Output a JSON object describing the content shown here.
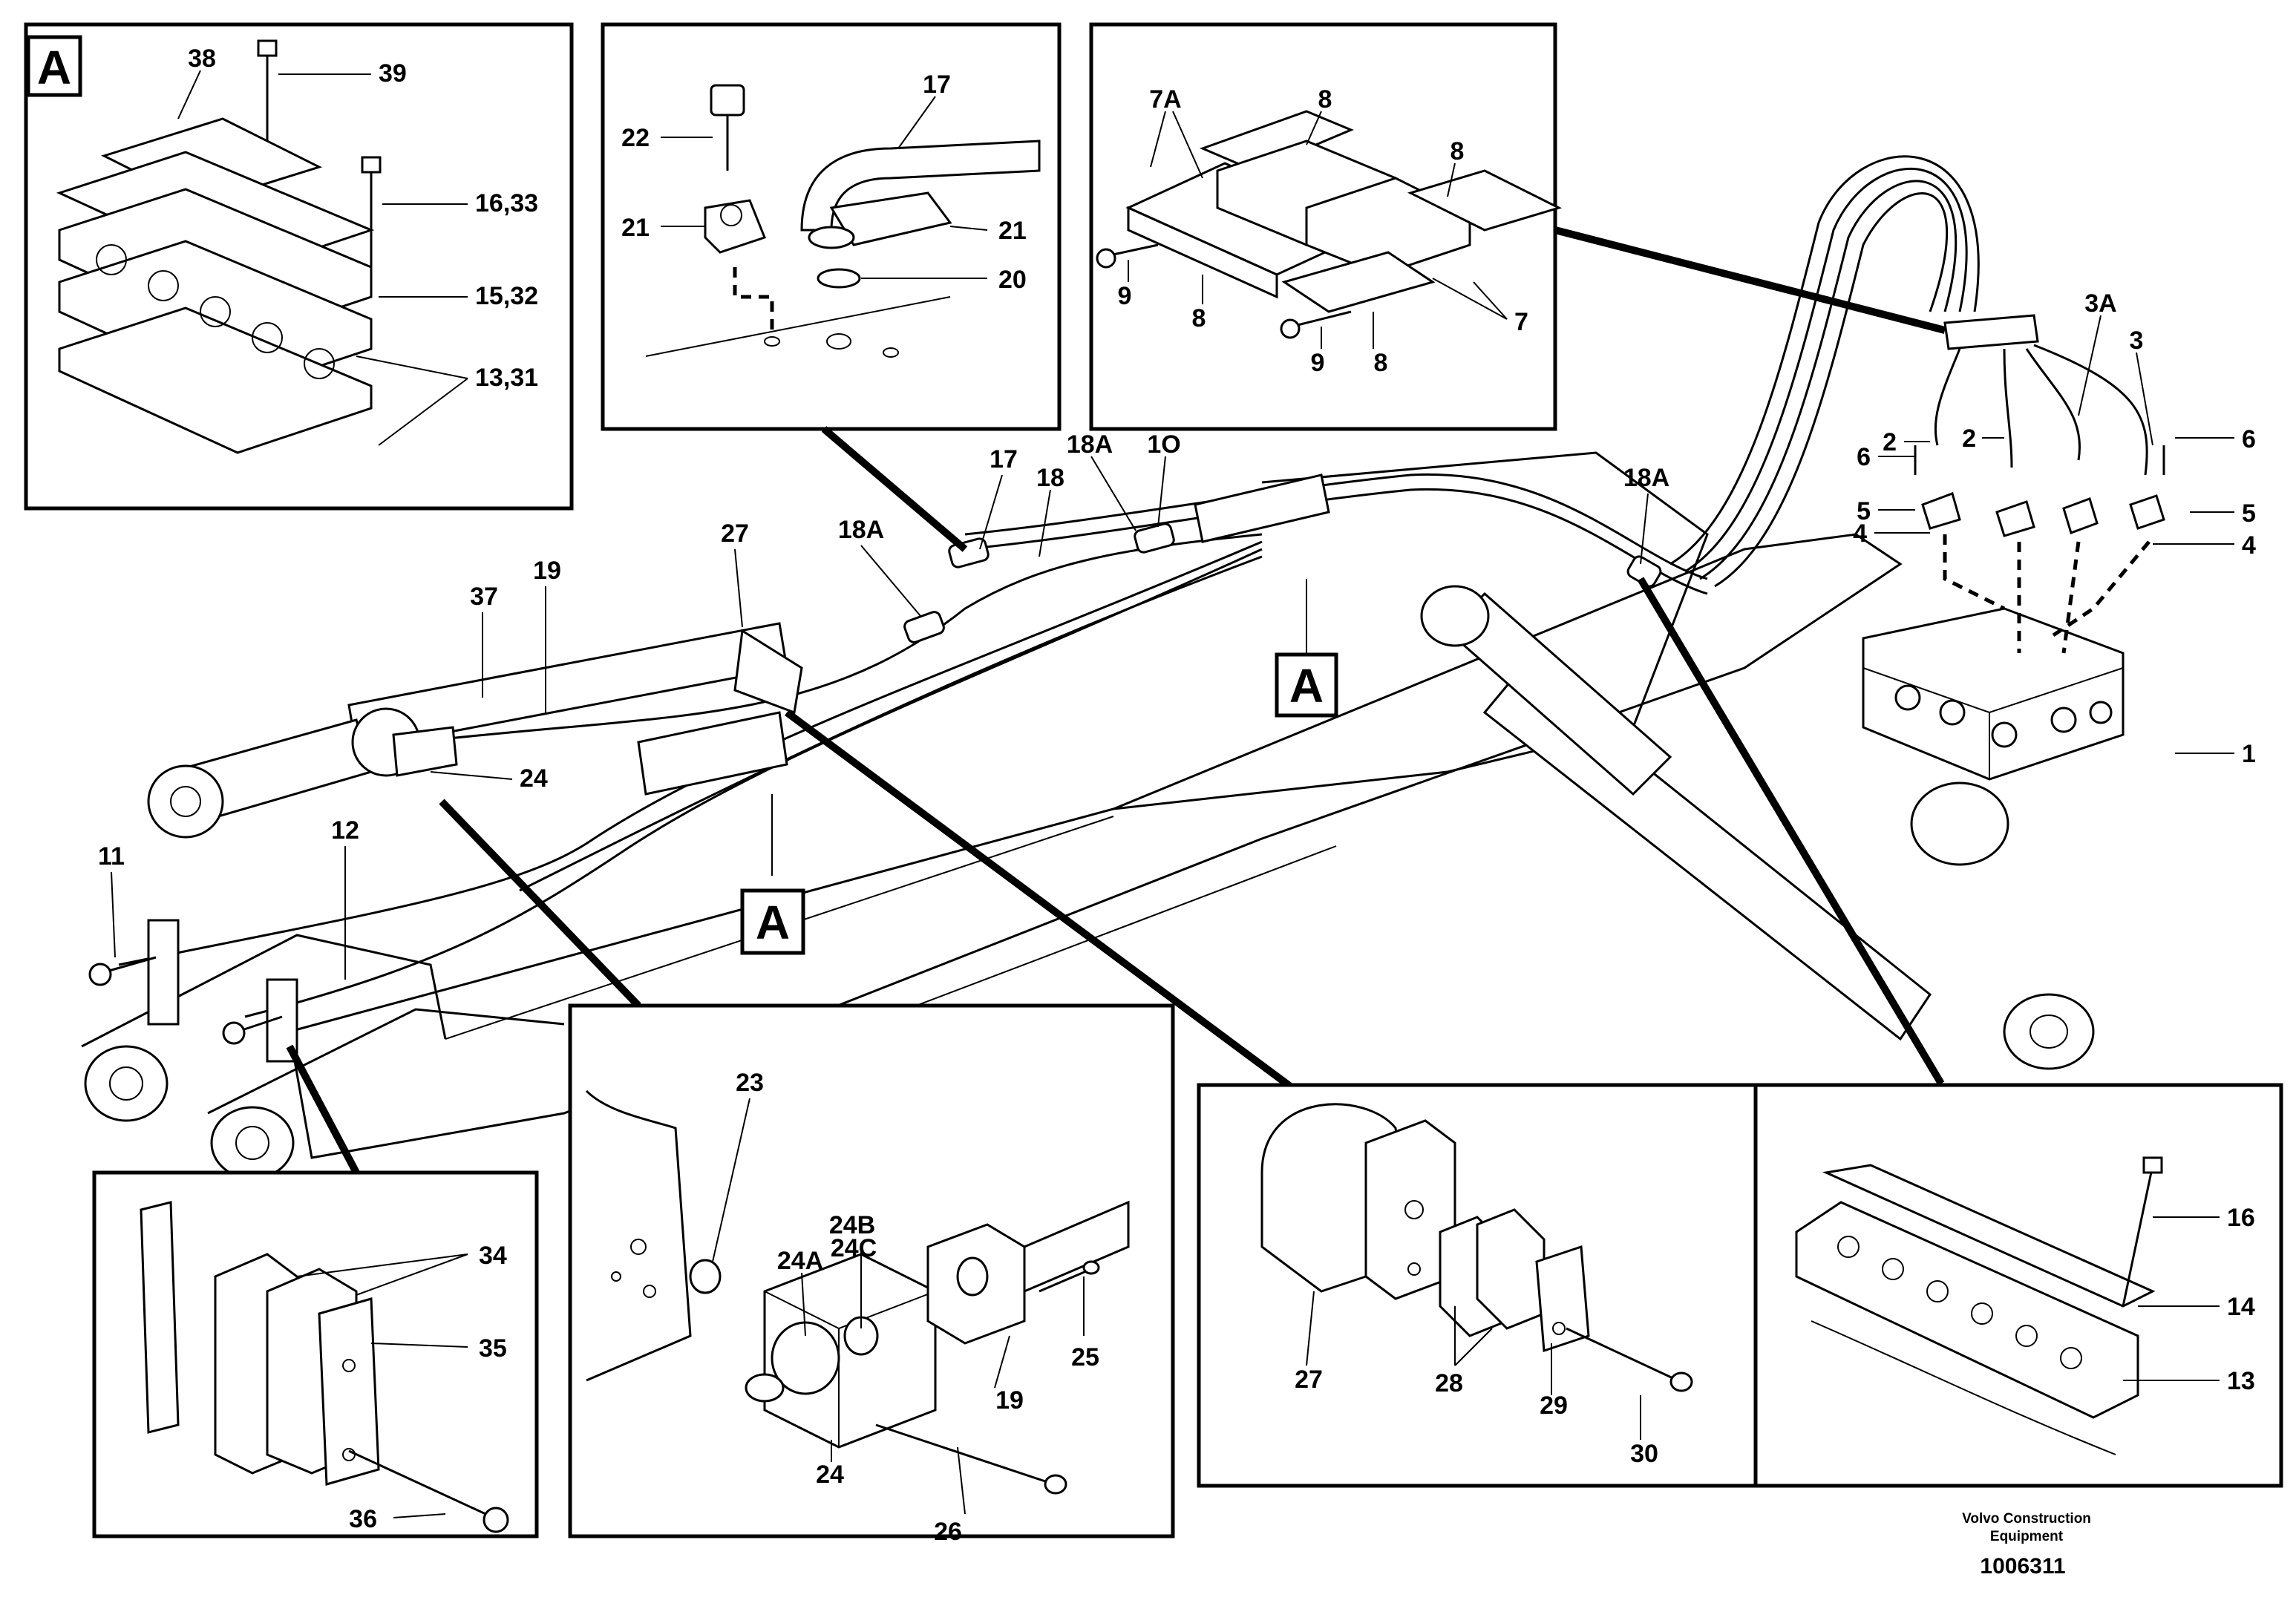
{
  "panel_marker": "A",
  "callouts": {
    "detailA_38": "38",
    "detailA_39": "39",
    "detailA_16_33": "16,33",
    "detailA_15_32": "15,32",
    "detailA_13_31": "13,31",
    "clamp_22": "22",
    "clamp_17": "17",
    "clamp_21_left": "21",
    "clamp_21_right": "21",
    "clamp_20": "20",
    "block_7A": "7A",
    "block_8_top1": "8",
    "block_8_top2": "8",
    "block_9_left": "9",
    "block_8_left": "8",
    "block_9_right": "9",
    "block_8_right": "8",
    "block_7": "7",
    "main_37": "37",
    "main_19": "19",
    "main_27": "27",
    "main_18A_mid": "18A",
    "main_17": "17",
    "main_18": "18",
    "main_18A_top": "18A",
    "main_10": "1O",
    "main_24": "24",
    "main_11": "11",
    "main_12": "12",
    "main_18A_right": "18A",
    "valve_3A": "3A",
    "valve_3": "3",
    "valve_2_left": "2",
    "valve_2_mid": "2",
    "valve_6_left": "6",
    "valve_6_right": "6",
    "valve_5_left": "5",
    "valve_5_right": "5",
    "valve_4_left": "4",
    "valve_4_right": "4",
    "valve_1": "1",
    "bracket_34": "34",
    "bracket_35": "35",
    "bracket_36": "36",
    "fitting_23": "23",
    "fitting_24B": "24B",
    "fitting_24C": "24C",
    "fitting_24A": "24A",
    "fitting_19": "19",
    "fitting_25": "25",
    "fitting_24": "24",
    "fitting_26": "26",
    "hose_27": "27",
    "hose_28": "28",
    "hose_29": "29",
    "hose_30": "30",
    "plate_16": "16",
    "plate_14": "14",
    "plate_13": "13"
  },
  "credit": [
    "Volvo Construction",
    "Equipment"
  ],
  "document_number": "1006311"
}
